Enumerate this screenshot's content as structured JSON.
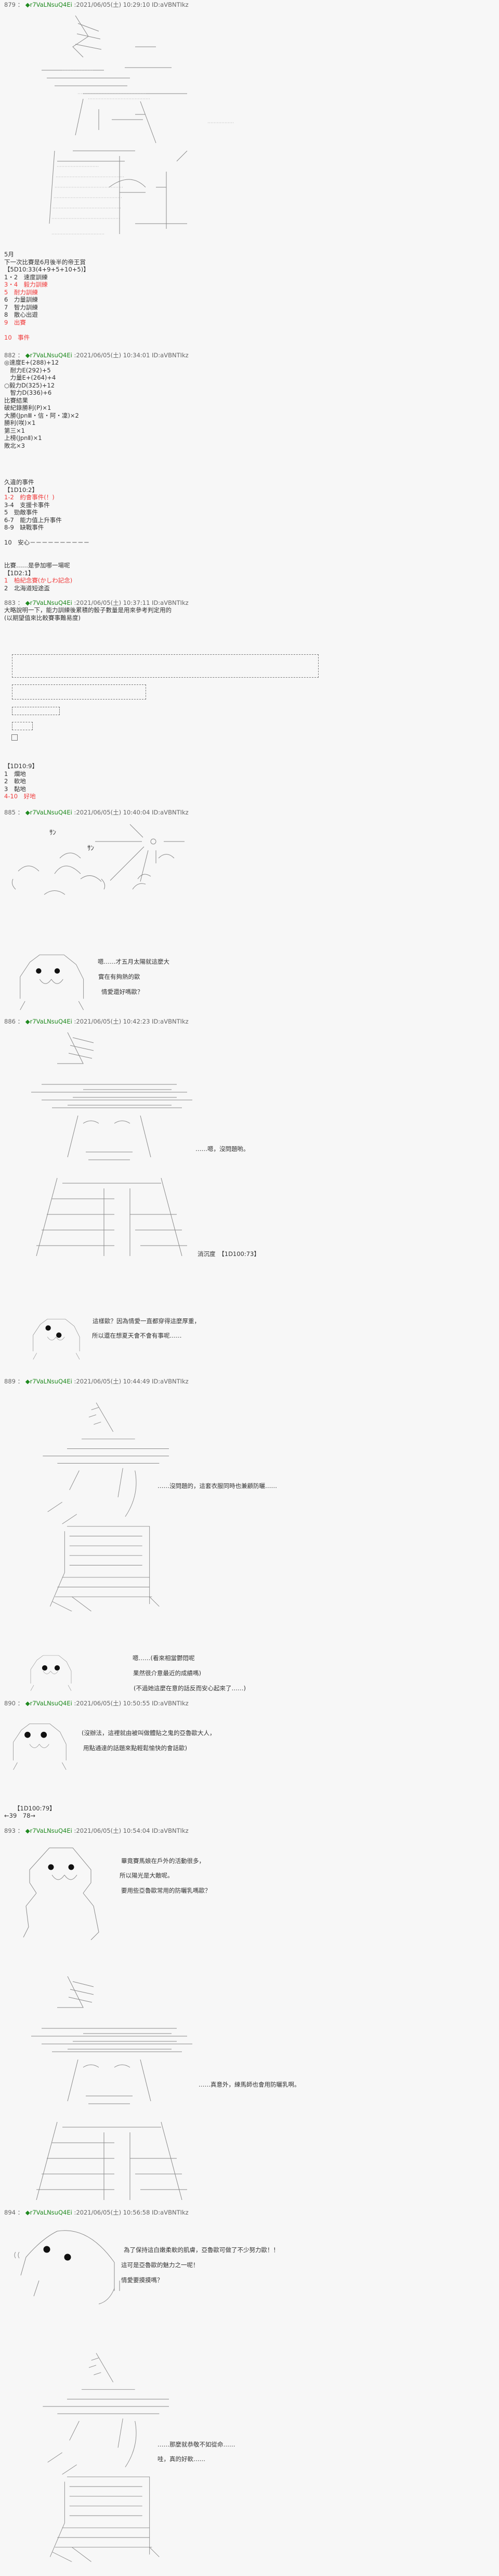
{
  "posts": [
    {
      "num": "879 ：",
      "trip": "◆r7VaLNsuQ4Ei",
      "meta": ":2021/06/05(土) 10:29:10 ID:aVBNTIkz"
    },
    {
      "num": "882 ：",
      "trip": "◆r7VaLNsuQ4Ei",
      "meta": ":2021/06/05(土) 10:34:01 ID:aVBNTIkz"
    },
    {
      "num": "883 ：",
      "trip": "◆r7VaLNsuQ4Ei",
      "meta": ":2021/06/05(土) 10:37:11 ID:aVBNTIkz"
    },
    {
      "num": "885 ：",
      "trip": "◆r7VaLNsuQ4Ei",
      "meta": ":2021/06/05(土) 10:40:04 ID:aVBNTIkz"
    },
    {
      "num": "886 ：",
      "trip": "◆r7VaLNsuQ4Ei",
      "meta": ":2021/06/05(土) 10:42:23 ID:aVBNTIkz"
    },
    {
      "num": "889 ：",
      "trip": "◆r7VaLNsuQ4Ei",
      "meta": ":2021/06/05(土) 10:44:49 ID:aVBNTIkz"
    },
    {
      "num": "890 ：",
      "trip": "◆r7VaLNsuQ4Ei",
      "meta": ":2021/06/05(土) 10:50:55 ID:aVBNTIkz"
    },
    {
      "num": "893 ：",
      "trip": "◆r7VaLNsuQ4Ei",
      "meta": ":2021/06/05(土) 10:54:04 ID:aVBNTIkz"
    },
    {
      "num": "894 ：",
      "trip": "◆r7VaLNsuQ4Ei",
      "meta": ":2021/06/05(土) 10:56:58 ID:aVBNTIkz"
    }
  ],
  "p879": {
    "month": "5月",
    "next_race": "下一次比賽是6月後半的帝王賞",
    "roll": "【5D10:33(4+9+5+10+5)】",
    "options": [
      "1・2　速度訓練",
      "3・4　毅力訓練",
      "5　耐力訓練",
      "6　力量訓練",
      "7　智力訓練",
      "8　散心出遊",
      "9　出賽",
      "10　事件"
    ]
  },
  "p882": {
    "stats": [
      "◎速度E+(288)+12",
      "　耐力E(292)+5",
      "　力量E+(264)+4",
      "○毅力D(325)+12",
      "　智力D(336)+6"
    ],
    "results_title": "比賽結果",
    "results": [
      "破紀錄勝利(P)×1",
      "大勝(JpnⅢ・信・阿・凜)×2",
      "勝利(咲)×1",
      "第三×1",
      "上榜(JpnⅡ)×1",
      "敗北×3"
    ],
    "event_title": "久違的事件",
    "event_roll": "【1D10:2】",
    "events": [
      "1-2　約會事件(！)",
      "3-4　支援卡事件",
      "5　勁敵事件",
      "6-7　能力值上升事件",
      "8-9　缺戰事件",
      "10　安心－－－－－－－－－－"
    ],
    "race_q": "比賽……是參加哪一場呢",
    "race_roll": "【1D2:1】",
    "races": [
      "1　柏紀念賽(かしわ記念)",
      "2　北海道短途盃"
    ]
  },
  "p883": {
    "lines": [
      "大略說明一下，能力訓練後累積的骰子數量是用來參考判定用的",
      "(以期望值來比較賽事難易度)"
    ],
    "track_roll": "【1D10:9】",
    "tracks": [
      "1　爛地",
      "2　軟地",
      "3　黏地",
      "4-10　好地"
    ]
  },
  "p885": {
    "sfx": [
      "ｻﾝ",
      "ｻﾝ"
    ],
    "dialogue": [
      "嗯……才五月太陽就這麼大",
      "實在有夠熱的歐",
      "情愛還好嗎歐？"
    ]
  },
  "p886": {
    "reply": "……嗯，沒問題喲。",
    "roll": "消沉度　【1D100:73】",
    "dialogue": [
      "這樣歐？因為情愛一直都穿得這麼厚重，",
      "所以還在想夏天會不會有事呢……"
    ]
  },
  "p889": {
    "reply": "……沒問題的，這套衣服同時也兼顧防曬……",
    "dialogue": [
      "嗯……(看來相當鬱悶呢",
      "果然很介意最近的成績嗎)",
      "(不過她這麼在意的話反而安心起來了……)"
    ]
  },
  "p890": {
    "dialogue": [
      "(沒辦法，這裡就由被叫做體貼之鬼的亞魯歐大人，",
      "用點通達的話題來點輕鬆愉快的會話歐)"
    ],
    "roll": "【1D100:79】",
    "range": "←39　78→"
  },
  "p893": {
    "dialogue": [
      "畢竟賽馬娘在戶外的活動很多，",
      "所以陽光是大敵呢。",
      "要用些亞魯歐常用的防曬乳嗎歐？"
    ],
    "reply": "……真意外，練馬師也會用防曬乳啊。"
  },
  "p894": {
    "dialogue": [
      "為了保持這白嫩柔軟的肌膚，亞魯歐可做了不少努力歐！！",
      "這可是亞魯歐的魅力之一呢！",
      "情愛要摸摸嗎？"
    ],
    "reply": [
      "……那麼就恭敬不如從命……",
      "哇，真的好軟……"
    ]
  },
  "colors": {
    "bg": "#f7f7f7",
    "text": "#333333",
    "trip": "#1f8a1f",
    "highlight": "#f03a3a"
  }
}
